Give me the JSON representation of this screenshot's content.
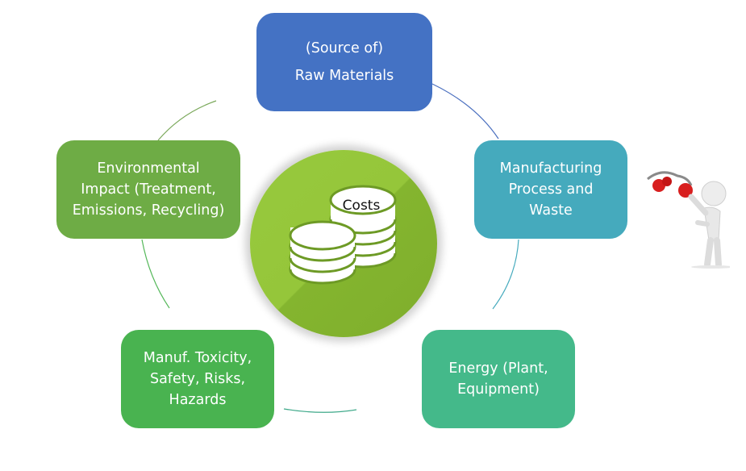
{
  "diagram": {
    "type": "cycle",
    "center": {
      "label": "Costs",
      "icon": "coin-stack-icon"
    },
    "nodes": [
      {
        "id": "raw",
        "lines": [
          "(Source of)",
          "Raw Materials"
        ],
        "color": "#4472c4"
      },
      {
        "id": "mfg",
        "lines": [
          "Manufacturing",
          "Process and",
          "Waste"
        ],
        "color": "#45aabd"
      },
      {
        "id": "energy",
        "lines": [
          "Energy (Plant,",
          "Equipment)"
        ],
        "color": "#44b98a"
      },
      {
        "id": "tox",
        "lines": [
          "Manuf. Toxicity,",
          "Safety, Risks,",
          "Hazards"
        ],
        "color": "#49b350"
      },
      {
        "id": "env",
        "lines": [
          "Environmental",
          "Impact (Treatment,",
          "Emissions, Recycling)"
        ],
        "color": "#6eac45"
      }
    ],
    "decoration": "stick-figure-picking-apples-icon"
  }
}
